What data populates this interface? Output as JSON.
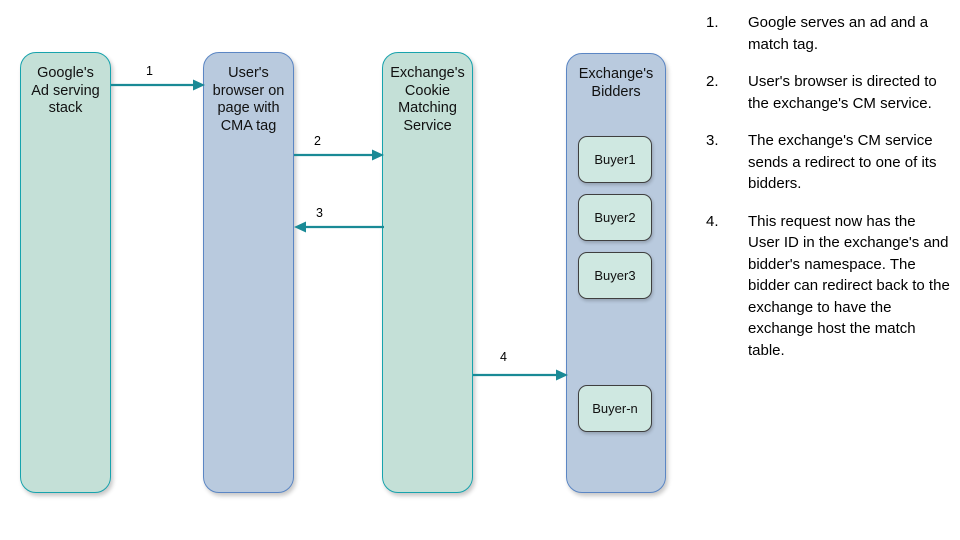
{
  "diagram": {
    "title": "Cookie matching flow between Google ad serving stack, user browser, exchange CM service and exchange bidders",
    "colors": {
      "green_fill": "#c4e0d7",
      "green_border": "#17a3ad",
      "blue_fill": "#b9cade",
      "blue_border": "#5b86c4",
      "buyer_fill": "#cfe8e1",
      "buyer_border": "#3f3f3f",
      "arrow": "#1a8a96",
      "text": "#000000",
      "background": "#ffffff"
    },
    "nodes": [
      {
        "id": "google",
        "label": "Google's\nAd serving\nstack",
        "style": "green"
      },
      {
        "id": "browser",
        "label": "User's\nbrowser on\npage with\nCMA tag",
        "style": "blue"
      },
      {
        "id": "cms",
        "label": "Exchange's\nCookie\nMatching\nService",
        "style": "green"
      },
      {
        "id": "bidders",
        "label": "Exchange's\nBidders",
        "style": "blue"
      }
    ],
    "buyers": [
      {
        "id": "buyer-1",
        "label": "Buyer1"
      },
      {
        "id": "buyer-2",
        "label": "Buyer2"
      },
      {
        "id": "buyer-3",
        "label": "Buyer3"
      },
      {
        "id": "buyer-n",
        "label": "Buyer-n"
      }
    ],
    "arrows": [
      {
        "id": "arrow-1",
        "label": "1",
        "from": "google",
        "to": "browser",
        "direction": "right"
      },
      {
        "id": "arrow-2",
        "label": "2",
        "from": "browser",
        "to": "cms",
        "direction": "right"
      },
      {
        "id": "arrow-3",
        "label": "3",
        "from": "cms",
        "to": "browser",
        "direction": "left"
      },
      {
        "id": "arrow-4",
        "label": "4",
        "from": "cms",
        "to": "bidders",
        "direction": "right"
      }
    ]
  },
  "steps": [
    {
      "number": "1.",
      "text": "Google serves an ad and a match tag."
    },
    {
      "number": "2.",
      "text": "User's browser is directed to the exchange's CM service."
    },
    {
      "number": "3.",
      "text": "The exchange's CM service sends a redirect to one of its bidders."
    },
    {
      "number": "4.",
      "text": "This request now has the User ID in the exchange's and bidder's namespace. The bidder can redirect back to the exchange to have the exchange host the match table."
    }
  ]
}
